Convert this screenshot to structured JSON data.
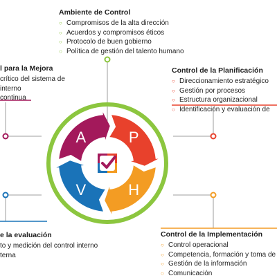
{
  "colors": {
    "green": "#8cc63f",
    "red": "#e8412c",
    "orange": "#f39c23",
    "blue": "#1a73b8",
    "magenta": "#a3195b",
    "gray": "#9e9e9e"
  },
  "cycle": {
    "segments": [
      {
        "letter": "A",
        "color": "#a3195b"
      },
      {
        "letter": "P",
        "color": "#e8412c"
      },
      {
        "letter": "H",
        "color": "#f39c23"
      },
      {
        "letter": "V",
        "color": "#1a73b8"
      }
    ],
    "center_icon": "checkmark-logo-icon"
  },
  "ambiente": {
    "title": "Ambiente de Control",
    "items": [
      "Compromisos de la alta dirección",
      "Acuerdos y compromisos éticos",
      "Protocolo de buen gobierno",
      "Política de gestión del talento humano"
    ]
  },
  "planificacion": {
    "title": "Control de la Planificación",
    "items": [
      "Direccionamiento estratégico",
      "Gestión por procesos",
      "Estructura organizacional",
      "Identificación y evaluación de"
    ]
  },
  "implementacion": {
    "title": "Control de la Implementación",
    "items": [
      "Control operacional",
      "Competencia, formación y toma de c",
      "Gestión de la información",
      "Comunicación"
    ]
  },
  "evaluacion": {
    "title": "e la evaluación",
    "items": [
      "to y medición del control interno",
      "terna"
    ]
  },
  "mejora": {
    "title": "l para la Mejora",
    "items": [
      "crítico del sistema de",
      "interno",
      "continua"
    ]
  }
}
